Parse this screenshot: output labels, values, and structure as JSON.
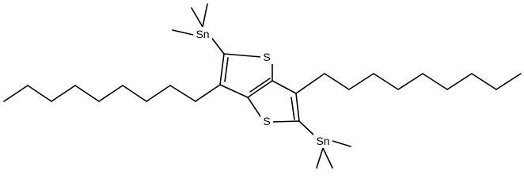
{
  "molecule": {
    "atoms": {
      "tin_top": "Sn",
      "tin_bottom": "Sn",
      "sulfur_top": "S",
      "sulfur_bottom": "S"
    },
    "colors": {
      "bond": "#000000",
      "background": "#ffffff",
      "label": "#000000"
    }
  }
}
